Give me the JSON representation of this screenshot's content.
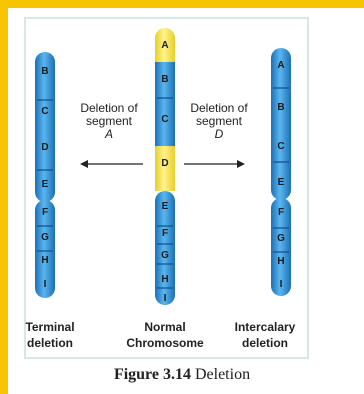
{
  "chromosomes": {
    "normal": {
      "title_line1": "Normal",
      "title_line2": "Chromosome",
      "bands": [
        "A",
        "B",
        "C",
        "D",
        "E",
        "F",
        "G",
        "H",
        "I"
      ]
    },
    "terminal": {
      "title_line1": "Terminal",
      "title_line2": "deletion",
      "bands": [
        "B",
        "C",
        "D",
        "E",
        "F",
        "G",
        "H",
        "I"
      ]
    },
    "intercalary": {
      "title_line1": "Intercalary",
      "title_line2": "deletion",
      "bands": [
        "A",
        "B",
        "C",
        "E",
        "F",
        "G",
        "H",
        "I"
      ]
    }
  },
  "arrows": {
    "left": {
      "line1": "Deletion of",
      "line2": "segment",
      "line3": "A"
    },
    "right": {
      "line1": "Deletion of",
      "line2": "segment",
      "line3": "D"
    }
  },
  "caption": {
    "figure_number": "Figure 3.14",
    "title": "Deletion"
  },
  "colors": {
    "blue": "#2c8fd6",
    "yellow": "#f6e55a",
    "border_yellow": "#f6c400"
  }
}
